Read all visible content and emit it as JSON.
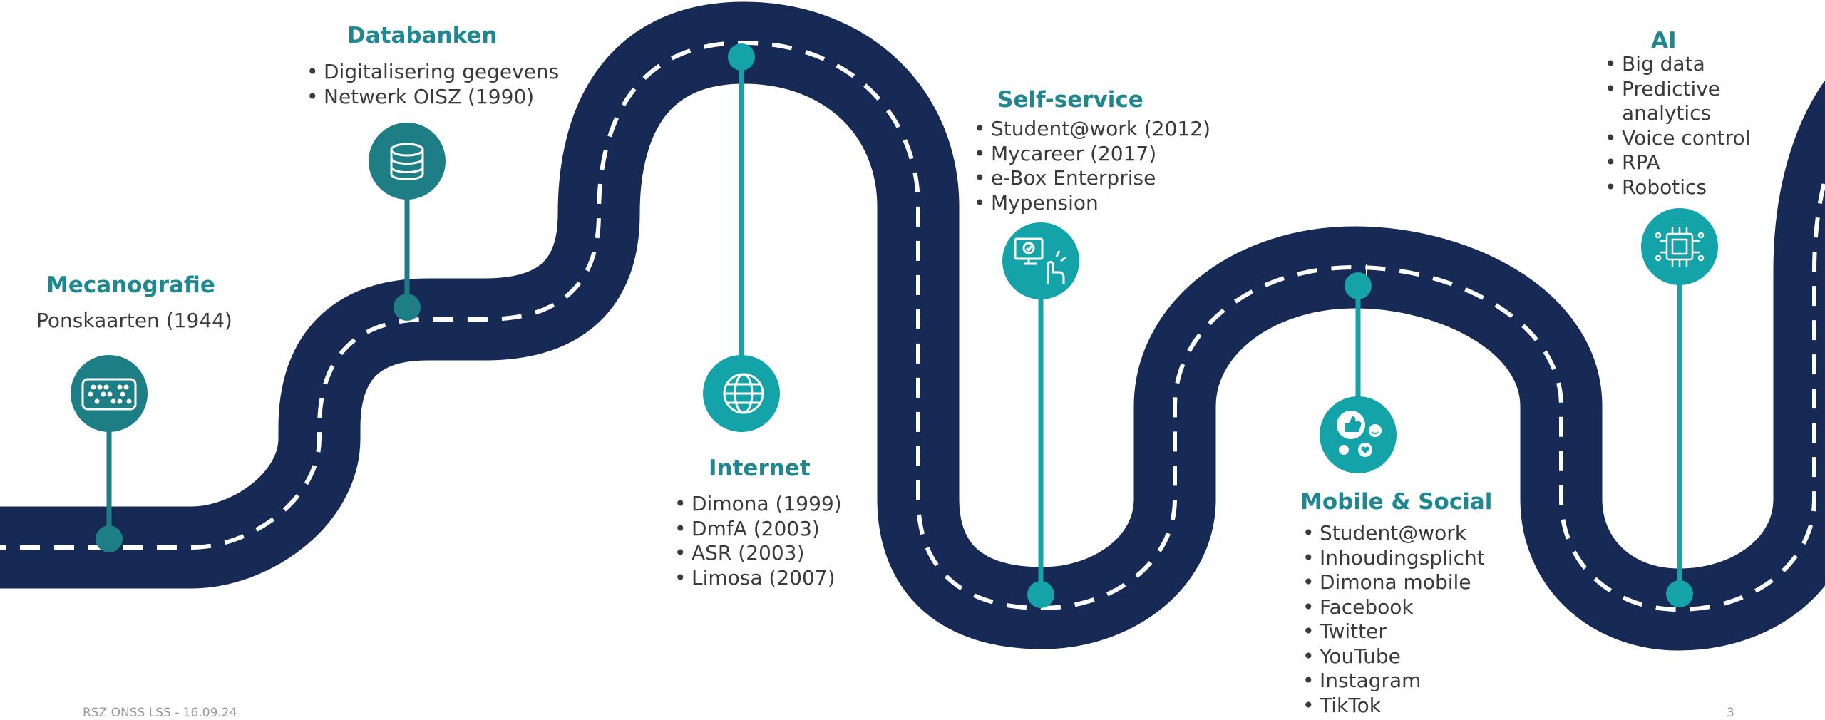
{
  "stages": {
    "mecanografie": {
      "title": "Mecanografie",
      "text": "Ponskaarten (1944)",
      "icon": "punch-card-icon"
    },
    "databanken": {
      "title": "Databanken",
      "items": [
        "Digitalisering gegevens",
        "Netwerk OISZ (1990)"
      ],
      "icon": "database-icon"
    },
    "internet": {
      "title": "Internet",
      "items": [
        "Dimona (1999)",
        "DmfA (2003)",
        "ASR (2003)",
        "Limosa (2007)"
      ],
      "icon": "globe-icon"
    },
    "self_service": {
      "title": "Self-service",
      "items": [
        "Student@work (2012)",
        "Mycareer (2017)",
        "e-Box Enterprise",
        "Mypension"
      ],
      "icon": "computer-touch-icon"
    },
    "mobile_social": {
      "title": "Mobile & Social",
      "items": [
        "Student@work",
        "Inhoudingsplicht",
        "Dimona mobile",
        "Facebook",
        "Twitter",
        "YouTube",
        "Instagram",
        "TikTok"
      ],
      "icon": "social-media-icon"
    },
    "ai": {
      "title": "AI",
      "items": [
        "Big data",
        "Predictive analytics",
        "Voice control",
        "RPA",
        "Robotics"
      ],
      "icon": "ai-chip-icon"
    }
  },
  "footer": {
    "left": "RSZ ONSS LSS - 16.09.24",
    "page": "3"
  },
  "colors": {
    "road": "#172a55",
    "dashes": "#ffffff",
    "teal_dark": "#1e7e85",
    "teal_bright": "#13a3a8",
    "title": "#1f8790",
    "text": "#3a3a3a"
  }
}
